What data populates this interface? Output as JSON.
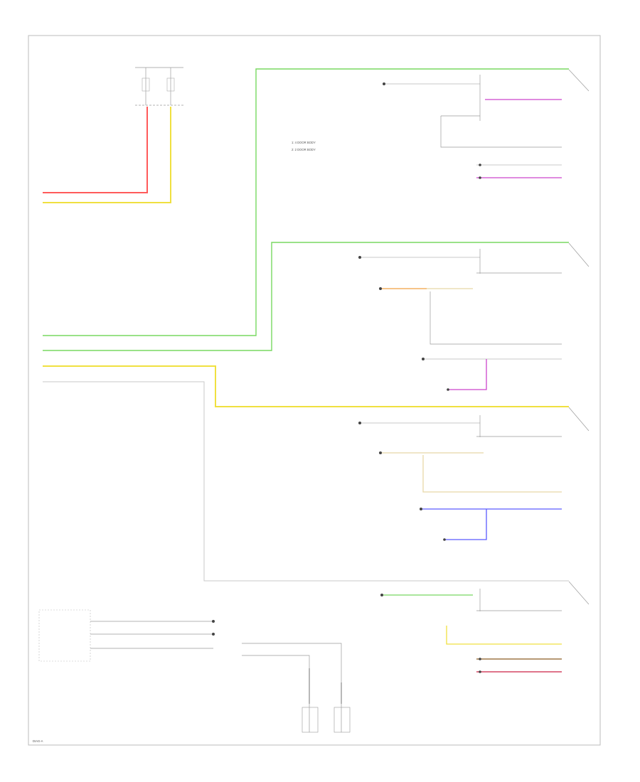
{
  "colors": {
    "red": "#ff5a5a",
    "yellow": "#f0e040",
    "green": "#78d860",
    "magenta": "#cc44cc",
    "orange": "#f0a040",
    "blue": "#5a5aff",
    "brown": "#8a5a20",
    "gray": "#c8c8c8",
    "tan": "#e8d8a8"
  },
  "legend": {
    "item1": "1: 4 DOOR BODY",
    "item2": "2: 2 DOOR BODY"
  },
  "footer": "DIAG-A"
}
